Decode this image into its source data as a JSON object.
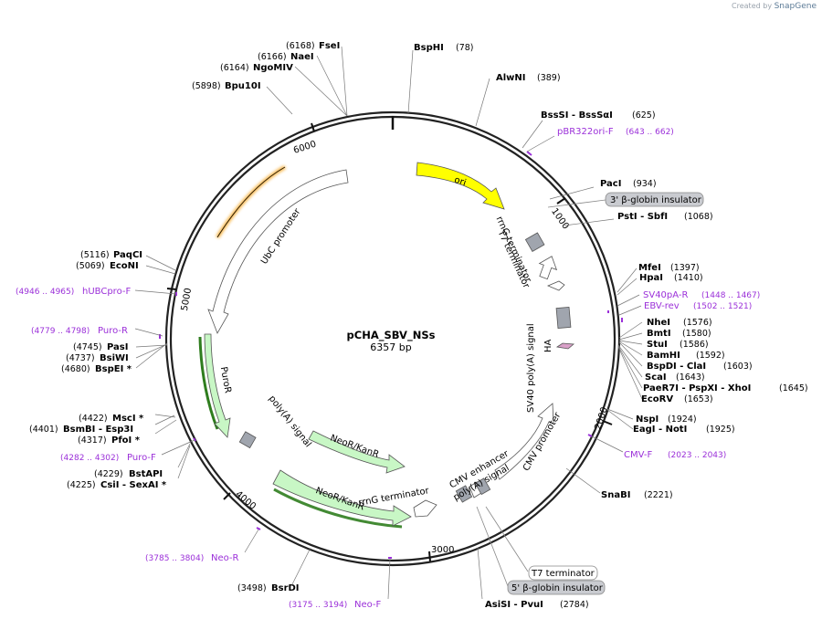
{
  "brand": {
    "prefix": "Created by",
    "name": "SnapGene"
  },
  "title": "pCHA_SBV_NSs",
  "size": "6357 bp",
  "ticks": [
    "1000",
    "2000",
    "3000",
    "4000",
    "5000",
    "6000"
  ],
  "enzymes": [
    {
      "name": "BspHI",
      "pos": "(78)"
    },
    {
      "name": "AlwNI",
      "pos": "(389)"
    },
    {
      "name": "BssSI - BssSαI",
      "pos": "(625)"
    },
    {
      "name": "PacI",
      "pos": "(934)"
    },
    {
      "name": "PstI - SbfI",
      "pos": "(1068)"
    },
    {
      "name": "MfeI",
      "pos": "(1397)"
    },
    {
      "name": "HpaI",
      "pos": "(1410)"
    },
    {
      "name": "NheI",
      "pos": "(1576)"
    },
    {
      "name": "BmtI",
      "pos": "(1580)"
    },
    {
      "name": "StuI",
      "pos": "(1586)"
    },
    {
      "name": "BamHI",
      "pos": "(1592)"
    },
    {
      "name": "BspDI - ClaI",
      "pos": "(1603)"
    },
    {
      "name": "ScaI",
      "pos": "(1643)"
    },
    {
      "name": "PaeR7I - PspXI - XhoI",
      "pos": "(1645)"
    },
    {
      "name": "EcoRV",
      "pos": "(1653)"
    },
    {
      "name": "NspI",
      "pos": "(1924)"
    },
    {
      "name": "EagI - NotI",
      "pos": "(1925)"
    },
    {
      "name": "SnaBI",
      "pos": "(2221)"
    },
    {
      "name": "AsiSI - PvuI",
      "pos": "(2784)"
    },
    {
      "name": "BsrDI",
      "pos": "(3498)"
    },
    {
      "name": "BstAPI",
      "pos": "(4229)"
    },
    {
      "name": "CsiI - SexAI *",
      "pos": "(4225)"
    },
    {
      "name": "MscI *",
      "pos": "(4422)"
    },
    {
      "name": "BsmBI - Esp3I",
      "pos": "(4401)"
    },
    {
      "name": "PfoI *",
      "pos": "(4317)"
    },
    {
      "name": "PasI",
      "pos": "(4745)"
    },
    {
      "name": "BsiWI",
      "pos": "(4737)"
    },
    {
      "name": "BspEI *",
      "pos": "(4680)"
    },
    {
      "name": "PaqCI",
      "pos": "(5116)"
    },
    {
      "name": "EcoNI",
      "pos": "(5069)"
    },
    {
      "name": "Bpu10I",
      "pos": "(5898)"
    },
    {
      "name": "NgoMIV",
      "pos": "(6164)"
    },
    {
      "name": "NaeI",
      "pos": "(6166)"
    },
    {
      "name": "FseI",
      "pos": "(6168)"
    }
  ],
  "primers": [
    {
      "name": "pBR322ori-F",
      "range": "(643 .. 662)"
    },
    {
      "name": "SV40pA-R",
      "range": "(1448 .. 1467)"
    },
    {
      "name": "EBV-rev",
      "range": "(1502 .. 1521)"
    },
    {
      "name": "CMV-F",
      "range": "(2023 .. 2043)"
    },
    {
      "name": "Neo-F",
      "range": "(3175 .. 3194)"
    },
    {
      "name": "Neo-R",
      "range": "(3785 .. 3804)"
    },
    {
      "name": "Puro-F",
      "range": "(4282 .. 4302)"
    },
    {
      "name": "Puro-R",
      "range": "(4779 .. 4798)"
    },
    {
      "name": "hUBCpro-F",
      "range": "(4946 .. 4965)"
    }
  ],
  "features": {
    "ori": "ori",
    "rrnG_terminator_top": "rrnG terminator",
    "T7_terminator_top": "T7 terminator",
    "HA": "HA",
    "SV40_polyA": "SV40 poly(A) signal",
    "CMV_promoter": "CMV promoter",
    "CMV_enhancer": "CMV enhancer",
    "polyA_bottom": "poly(A) signal",
    "rrnG_terminator_bottom": "rrnG terminator",
    "NeoR_1": "NeoR/KanR",
    "NeoR_2": "NeoR/KanR",
    "polyA_left": "poly(A) signal",
    "PuroR": "PuroR",
    "UbC_promoter": "UbC promoter"
  },
  "callouts": {
    "globin3": "3' β-globin insulator",
    "T7_term": "T7 terminator",
    "globin5": "5' β-globin insulator"
  },
  "colors": {
    "ori": "#ffff00",
    "resistance": "#c8f7c5",
    "primer": "#9b30d9",
    "misc": "#a0a5ae",
    "highlight_orange": "#f5a623",
    "highlight_green": "#2f7d1e"
  }
}
